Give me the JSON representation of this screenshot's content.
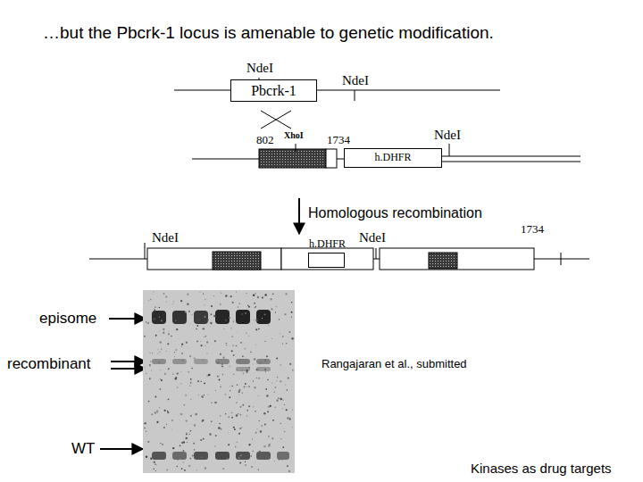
{
  "diagram": {
    "title": "…but the Pbcrk-1 locus is amenable to genetic modification.",
    "nodes": [
      {
        "text": [
          "Pbcrk-1"
        ]
      },
      {
        "text": [
          "h.DHFR"
        ]
      },
      {
        "text": [
          "h.DHFR"
        ]
      }
    ],
    "labels": [
      "NdeI",
      "NdeI",
      "802",
      "XhoI",
      "1734",
      "NdeI",
      "Homologous recombination",
      "1734",
      "NdeI",
      "NdeI",
      "episome",
      "recombinant",
      "WT",
      "Rangajaran et al., submitted",
      "Kinases as drug targets"
    ]
  }
}
